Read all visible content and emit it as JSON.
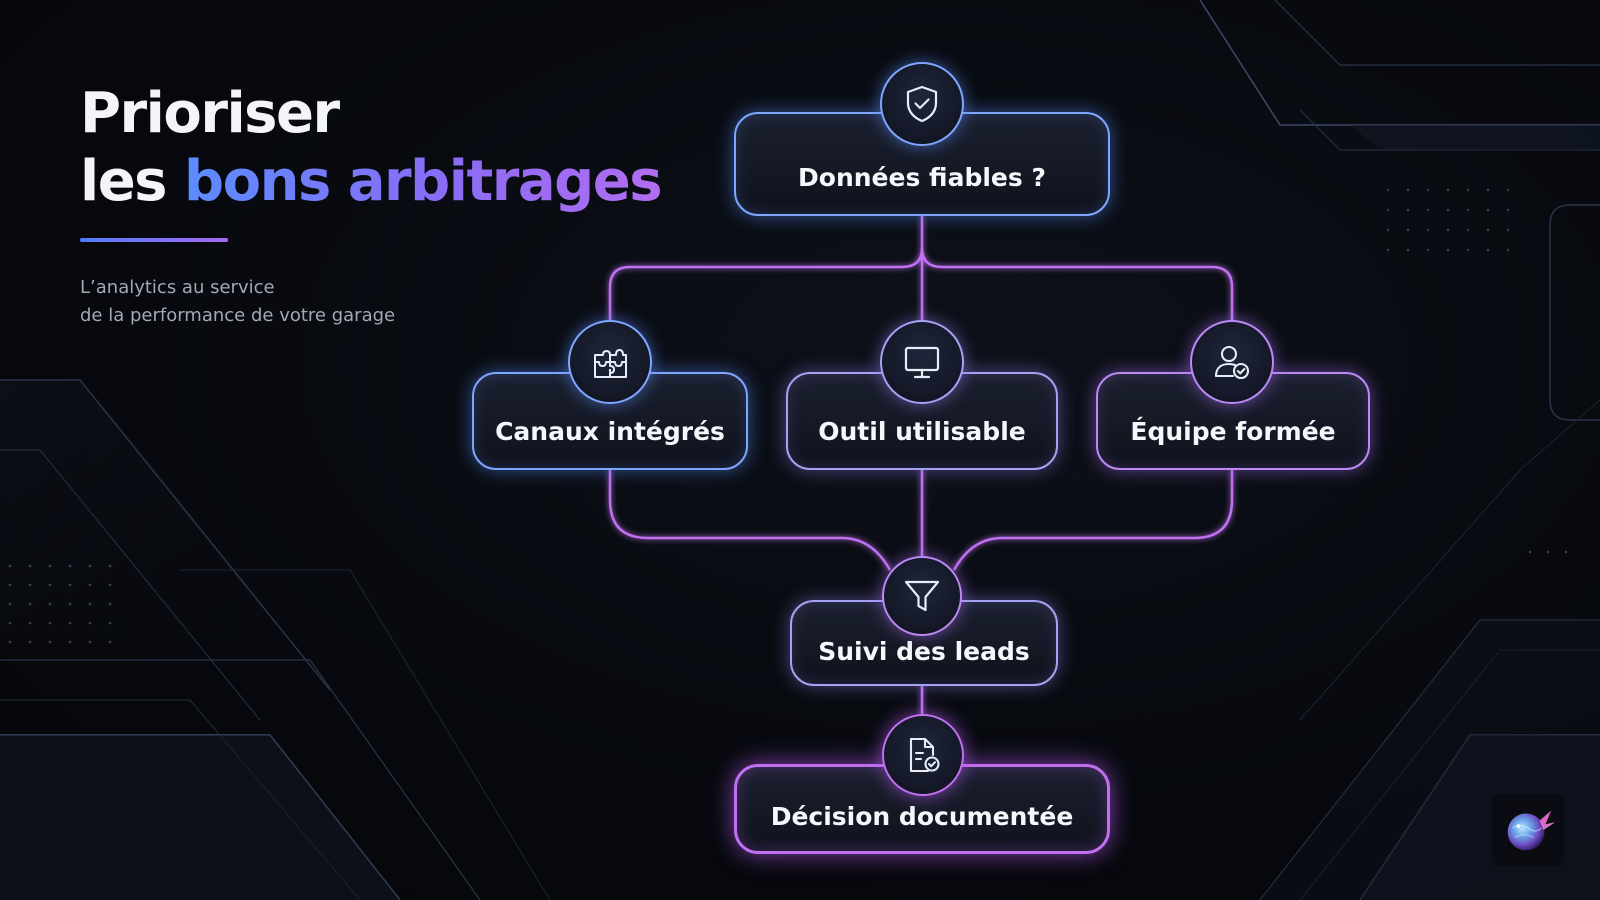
{
  "title": {
    "line1": "Prioriser",
    "line2_plain": "les ",
    "line2_accent": "bons arbitrages"
  },
  "subtitle": {
    "line1": "L’analytics au service",
    "line2": "de la performance de votre garage"
  },
  "diagram": {
    "top": {
      "label": "Données fiables ?",
      "icon": "shield-check-icon"
    },
    "middle": [
      {
        "label": "Canaux intégrés",
        "icon": "puzzle-icon"
      },
      {
        "label": "Outil utilisable",
        "icon": "monitor-icon"
      },
      {
        "label": "Équipe formée",
        "icon": "user-check-icon"
      }
    ],
    "filter": {
      "label": "Suivi des leads",
      "icon": "funnel-icon"
    },
    "bottom": {
      "label": "Décision documentée",
      "icon": "document-check-icon"
    }
  },
  "colors": {
    "accent_blue": "#5b8cff",
    "accent_violet": "#8a6cf5",
    "accent_purple": "#b26df0",
    "background": "#07090e"
  }
}
